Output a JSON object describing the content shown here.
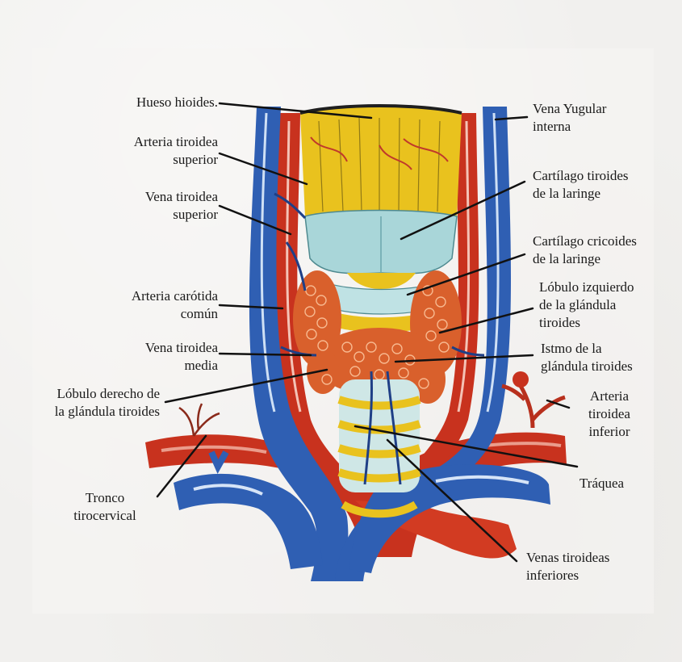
{
  "title": "",
  "labels": {
    "hueso_hioides": [
      "Hueso hioides."
    ],
    "arteria_tiroidea_superior": [
      "Arteria tiroidea",
      "superior"
    ],
    "vena_tiroidea_superior": [
      "Vena tiroidea",
      "superior"
    ],
    "arteria_carotida_comun": [
      "Arteria carótida",
      "común"
    ],
    "vena_tiroidea_media": [
      "Vena tiroidea",
      "media"
    ],
    "lobulo_derecho": [
      "Lóbulo derecho de",
      "la glándula tiroides"
    ],
    "tronco_tirocervical": [
      "Tronco",
      "tirocervical"
    ],
    "vena_yugular_interna": [
      "Vena Yugular",
      "interna"
    ],
    "cartilago_tiroides": [
      "Cartílago tiroides",
      "de la laringe"
    ],
    "cartilago_cricoides": [
      "Cartílago cricoides",
      "de la laringe"
    ],
    "lobulo_izquierdo": [
      "Lóbulo izquierdo",
      "de la glándula",
      "tiroides"
    ],
    "istmo": [
      "Istmo de la",
      "glándula tiroides"
    ],
    "arteria_tiroidea_inferior": [
      "Arteria",
      "tiroidea",
      "inferior"
    ],
    "traquea": [
      "Tráquea"
    ],
    "venas_tiroideas_inferiores": [
      "Venas tiroideas",
      "inferiores"
    ]
  },
  "colors": {
    "vein": "#2f5fb3",
    "artery": "#c8321e",
    "hyoid": "#e9c21e",
    "cartilage": "#a9d6d9",
    "gland": "#d9602c",
    "leader": "#111111"
  }
}
